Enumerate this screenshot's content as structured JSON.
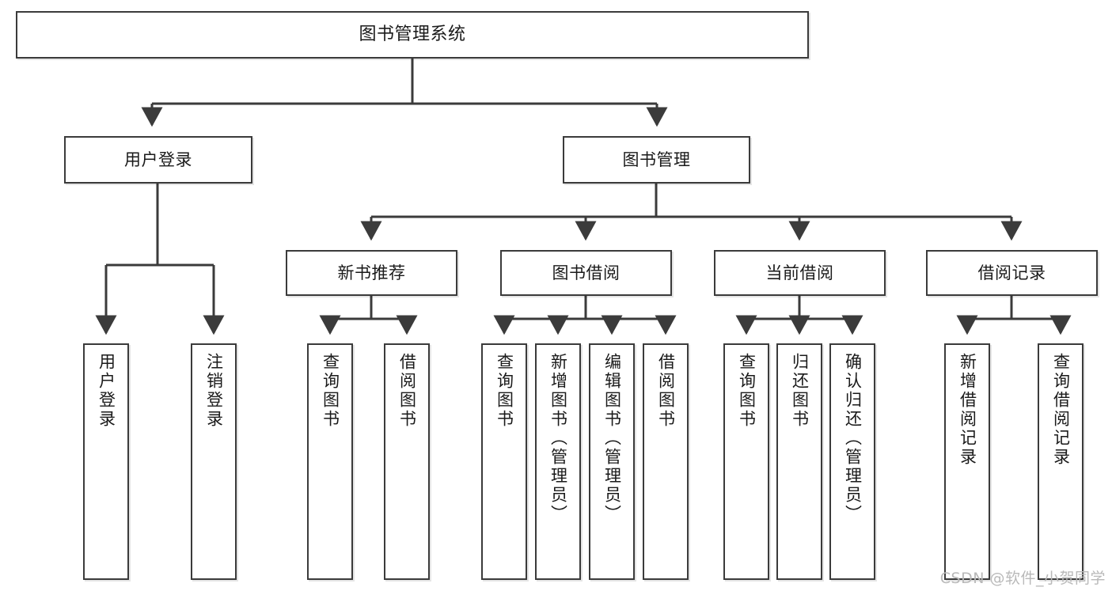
{
  "diagram": {
    "title": "图书管理系统",
    "type": "tree",
    "watermark": "CSDN @软件_小贺同学",
    "colors": {
      "box_border": "#3b3b3b",
      "box_fill": "#ffffff",
      "line": "#3b3b3b",
      "text": "#1a1a1a",
      "watermark": "#b9b9b9"
    },
    "levels": {
      "root": {
        "label": "图书管理系统"
      },
      "level2": [
        {
          "label": "用户登录"
        },
        {
          "label": "图书管理"
        }
      ],
      "level3": [
        {
          "label": "新书推荐"
        },
        {
          "label": "图书借阅"
        },
        {
          "label": "当前借阅"
        },
        {
          "label": "借阅记录"
        }
      ],
      "leaves": {
        "user_login": [
          {
            "label": "用户登录"
          },
          {
            "label": "注销登录"
          }
        ],
        "new_book_recommend": [
          {
            "label": "查询图书"
          },
          {
            "label": "借阅图书"
          }
        ],
        "book_borrow": [
          {
            "label": "查询图书"
          },
          {
            "label": "新增图书（管理员）"
          },
          {
            "label": "编辑图书（管理员）"
          },
          {
            "label": "借阅图书"
          }
        ],
        "current_borrow": [
          {
            "label": "查询图书"
          },
          {
            "label": "归还图书"
          },
          {
            "label": "确认归还（管理员）"
          }
        ],
        "borrow_record": [
          {
            "label": "新增借阅记录"
          },
          {
            "label": "查询借阅记录"
          }
        ]
      }
    }
  }
}
